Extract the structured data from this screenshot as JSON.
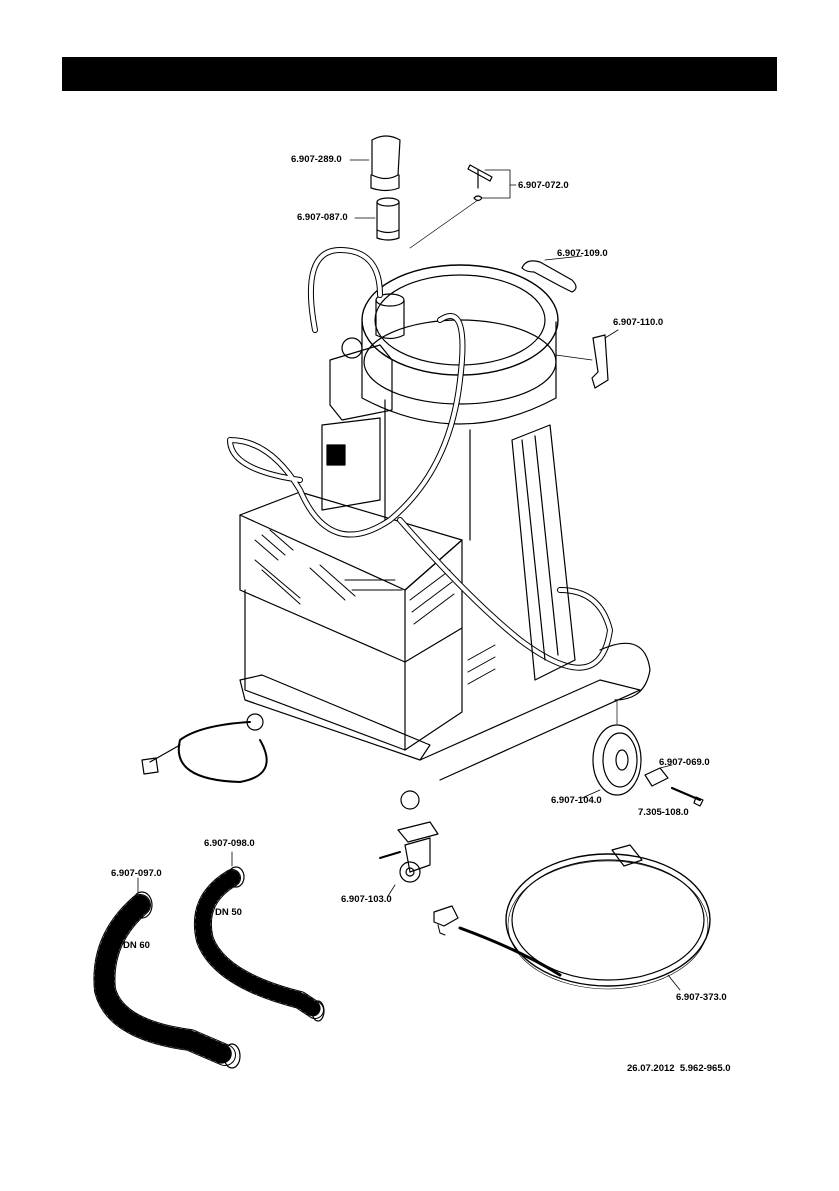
{
  "colors": {
    "bar": "#000000",
    "line": "#000000",
    "background": "#ffffff"
  },
  "parts": [
    {
      "id": "p289",
      "number": "6.907-289.0",
      "part_icon": "filter-bag"
    },
    {
      "id": "p087",
      "number": "6.907-087.0",
      "part_icon": "filter-cartridge"
    },
    {
      "id": "p072",
      "number": "6.907-072.0",
      "part_icon": "bolt-and-nut"
    },
    {
      "id": "p109",
      "number": "6.907-109.0",
      "part_icon": "handle"
    },
    {
      "id": "p110",
      "number": "6.907-110.0",
      "part_icon": "latch-clip"
    },
    {
      "id": "p069",
      "number": "6.907-069.0",
      "part_icon": "axle-sleeve"
    },
    {
      "id": "p104",
      "number": "6.907-104.0",
      "part_icon": "rear-wheel"
    },
    {
      "id": "p108",
      "number": "7.305-108.0",
      "part_icon": "axle-bolt"
    },
    {
      "id": "p098",
      "number": "6.907-098.0",
      "part_icon": "suction-hose-dn50"
    },
    {
      "id": "p097",
      "number": "6.907-097.0",
      "part_icon": "suction-hose-dn60"
    },
    {
      "id": "p103",
      "number": "6.907-103.0",
      "part_icon": "swivel-castor"
    },
    {
      "id": "p373",
      "number": "6.907-373.0",
      "part_icon": "compressed-air-hose"
    }
  ],
  "hose_labels": {
    "dn50": "DN 50",
    "dn60": "DN 60"
  },
  "footer": {
    "date": "26.07.2012",
    "doc_number": "5.962-965.0"
  }
}
